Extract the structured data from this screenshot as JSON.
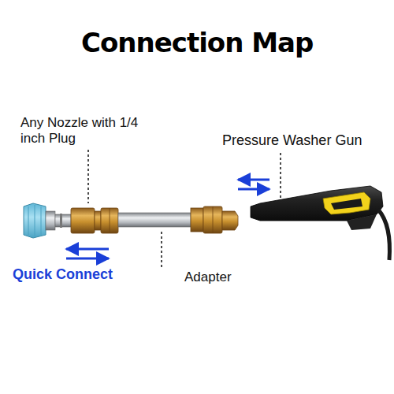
{
  "diagram": {
    "title": "Connection Map",
    "labels": [
      "Any Nozzle with 1/4 inch Plug",
      "Pressure Washer Gun",
      "Quick Connect",
      "Adapter"
    ]
  }
}
